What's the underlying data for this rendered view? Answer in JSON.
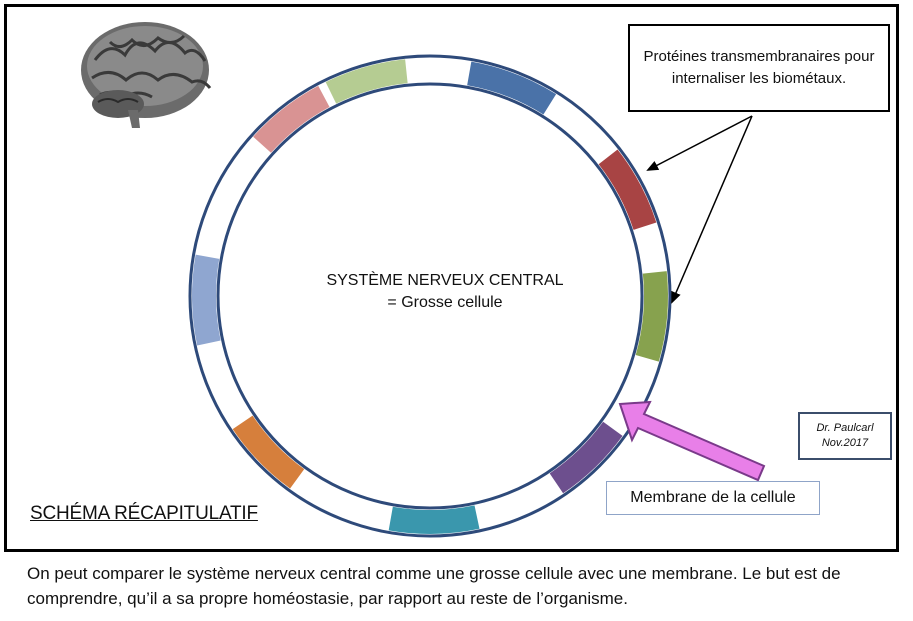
{
  "center": {
    "line1": "SYSTÈME NERVEUX CENTRAL",
    "line2": "= Grosse cellule"
  },
  "callouts": {
    "proteins": "Protéines transmembranaires pour internaliser les biométaux.",
    "membrane": "Membrane de la cellule"
  },
  "signature": {
    "author": "Dr. Paulcarl",
    "date": "Nov.2017"
  },
  "title": "SCHÉMA RÉCAPITULATIF",
  "caption": "On peut comparer le système nerveux central comme une grosse cellule avec une membrane. Le but est de comprendre, qu’il a sa propre homéostasie, par rapport au reste de l’organisme.",
  "colors": {
    "segments": [
      "#4a72a8",
      "#a84444",
      "#87a24e",
      "#6d4f8e",
      "#3a97ad",
      "#d67f3c",
      "#8fa6d0",
      "#d99393",
      "#b5cc92"
    ],
    "ring_stroke": "#2e4a7a",
    "pink_arrow": "#e87fe8"
  },
  "icons": {
    "brain": "brain-illustration"
  }
}
